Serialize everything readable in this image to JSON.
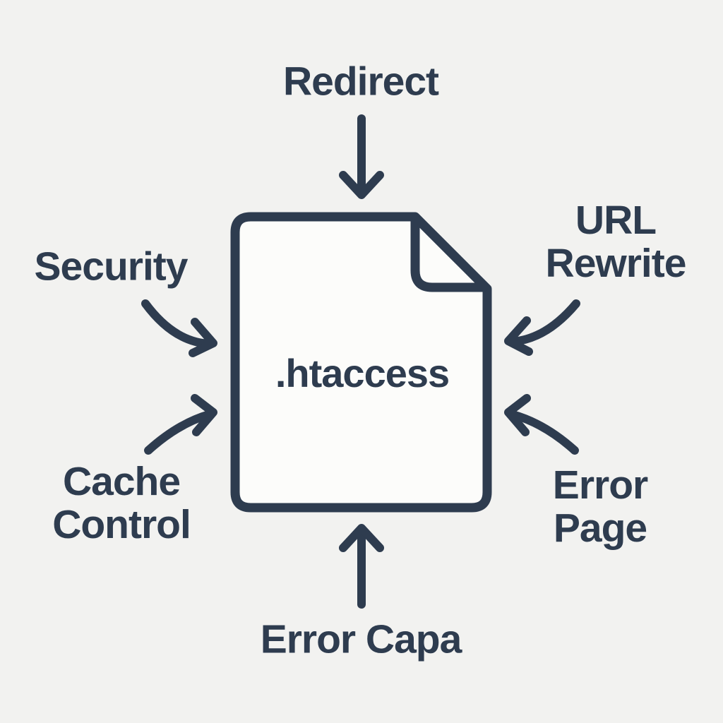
{
  "colors": {
    "ink": "#2e3c4f",
    "background": "#f2f2f0",
    "page_fill": "#fcfcfa"
  },
  "file": {
    "name": ".htaccess"
  },
  "nodes": {
    "redirect": {
      "label": "Redirect"
    },
    "url_rewrite": {
      "lines": [
        "URL",
        "Rewrite"
      ]
    },
    "security": {
      "label": "Security"
    },
    "cache_control": {
      "lines": [
        "Cache",
        "Control"
      ]
    },
    "error_page": {
      "lines": [
        "Error",
        "Page"
      ]
    },
    "error_capture": {
      "label": "Error Capa"
    }
  }
}
